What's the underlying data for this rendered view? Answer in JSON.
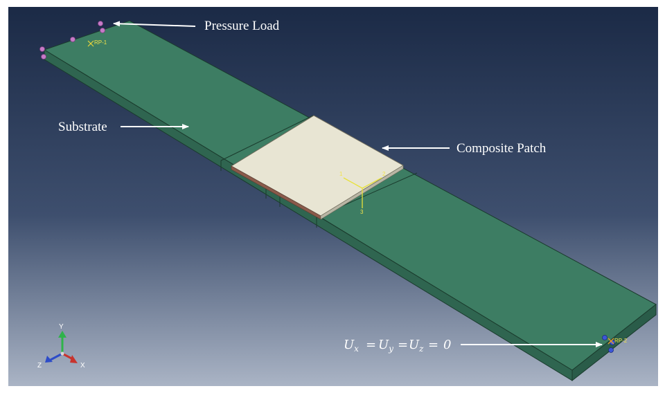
{
  "labels": {
    "pressure_load": "Pressure Load",
    "substrate": "Substrate",
    "composite_patch": "Composite Patch",
    "boundary_condition": {
      "ux": "U",
      "ux_sub": "x",
      "uy": "U",
      "uy_sub": "y",
      "uz": "U",
      "uz_sub": "z",
      "eq": "=",
      "zero": "0"
    }
  },
  "reference_points": {
    "rp1": "RP-1",
    "rp2": "RP-2"
  },
  "patch_csys": {
    "axis_1": "1",
    "axis_2": "2",
    "axis_3": "3"
  },
  "view_triad": {
    "x": "X",
    "y": "Y",
    "z": "Z"
  },
  "colors": {
    "background_top": "#1b2a46",
    "background_bottom": "#a9b3c4",
    "substrate": "#3c7c62",
    "patch": "#e6e3d0",
    "pressure_marker": "#c67bc7",
    "ref_point": "#e4d23a",
    "bc_marker": "#3c56d8"
  }
}
